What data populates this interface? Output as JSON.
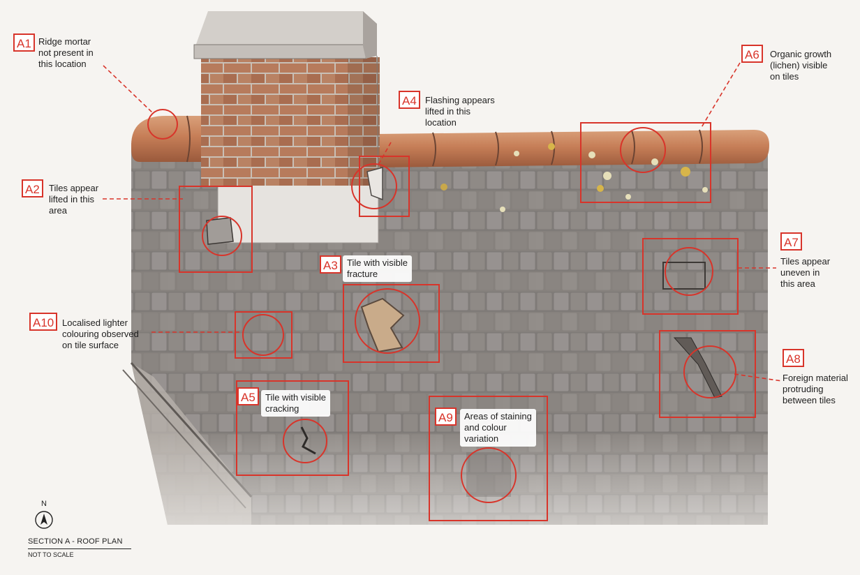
{
  "drawing": {
    "section_title": "SECTION A - ROOF PLAN",
    "scale_note": "NOT TO SCALE",
    "north_label": "N",
    "accent_color": "#d8342a",
    "icons": [
      "north-arrow-icon"
    ]
  },
  "annotations": [
    {
      "id": "A1",
      "text": "Ridge mortar\nnot present in\nthis location"
    },
    {
      "id": "A2",
      "text": "Tiles appear\nlifted in this\narea"
    },
    {
      "id": "A3",
      "text": "Tile with visible\nfracture"
    },
    {
      "id": "A4",
      "text": "Flashing appears\nlifted in this\nlocation"
    },
    {
      "id": "A5",
      "text": "Tile with visible\ncracking"
    },
    {
      "id": "A6",
      "text": "Organic growth\n(lichen) visible\non tiles"
    },
    {
      "id": "A7",
      "text": "Tiles appear\nuneven in\nthis area"
    },
    {
      "id": "A8",
      "text": "Foreign material\nprotruding\nbetween tiles"
    },
    {
      "id": "A9",
      "text": "Areas of staining\nand colour\nvariation"
    },
    {
      "id": "A10",
      "text": "Localised lighter\ncolouring observed\non tile surface"
    }
  ]
}
